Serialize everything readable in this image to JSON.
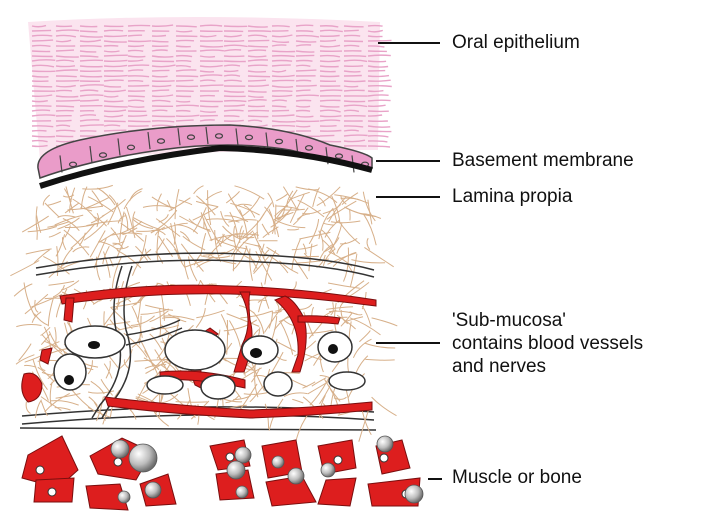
{
  "labels": {
    "oral_epithelium": "Oral epithelium",
    "basement_membrane": "Basement membrane",
    "lamina_propia": "Lamina propia",
    "submucosa_line1": "'Sub-mucosa'",
    "submucosa_line2": "contains blood vessels",
    "submucosa_line3": "and nerves",
    "muscle_or_bone": "Muscle or bone"
  },
  "colors": {
    "epithelium": "#e8a3c8",
    "basal_cells": "#e27fbd",
    "basement_line": "#111111",
    "fibers": "#d7b08a",
    "vessels": "#dd1e1e",
    "nerve_outline": "#333333",
    "background": "#ffffff"
  }
}
